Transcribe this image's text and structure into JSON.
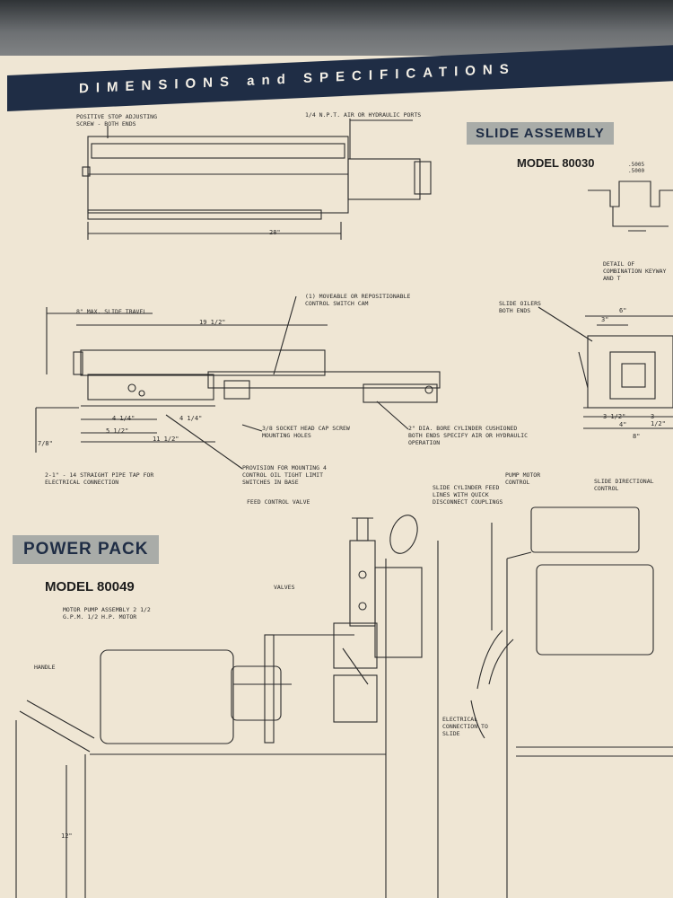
{
  "header": {
    "title": "DIMENSIONS and SPECIFICATIONS"
  },
  "slide_assembly": {
    "heading": "SLIDE ASSEMBLY",
    "model": "MODEL 80030",
    "notes": {
      "positive_stop": "POSITIVE STOP ADJUSTING SCREW - BOTH ENDS",
      "ports": "1/4 N.P.T. AIR OR HYDRAULIC PORTS",
      "overall_length": "28\"",
      "max_travel": "8\" MAX. SLIDE TRAVEL",
      "length_19": "19 1/2\"",
      "switch_cam": "(1) MOVEABLE OR REPOSITIONABLE CONTROL SWITCH CAM",
      "socket_screws": "3/8 SOCKET HEAD CAP SCREW MOUNTING HOLES",
      "cylinder": "2\" DIA. BORE CYLINDER CUSHIONED BOTH ENDS SPECIFY AIR OR HYDRAULIC OPERATION",
      "limit_switches": "PROVISION FOR MOUNTING 4 CONTROL OIL TIGHT LIMIT SWITCHES IN BASE",
      "pipe_tap": "2-1\" - 14 STRAIGHT PIPE TAP FOR ELECTRICAL CONNECTION",
      "dim_a": "4 1/4\"",
      "dim_b": "5 1/2\"",
      "dim_c": "4 1/4\"",
      "dim_d": "11 1/2\"",
      "dim_e": "7/8\"",
      "slide_oilers": "SLIDE OILERS BOTH ENDS",
      "dim_6": "6\"",
      "dim_3": "3\"",
      "dim_3h_l": "3 1/2\"",
      "dim_3h_r": "3 1/2\"",
      "dim_4": "4\"",
      "dim_8": "8\"",
      "keyway_detail": "DETAIL OF COMBINATION KEYWAY AND T",
      "keyway_dim": ".5005 .5000"
    }
  },
  "power_pack": {
    "heading": "POWER PACK",
    "model": "MODEL 80049",
    "notes": {
      "feed_valve": "FEED CONTROL VALVE",
      "valves": "VALVES",
      "pump_assembly": "MOTOR PUMP ASSEMBLY 2 1/2 G.P.M. 1/2 H.P. MOTOR",
      "handle": "HANDLE",
      "height_12": "12\"",
      "pump_control": "PUMP MOTOR CONTROL",
      "directional_control": "SLIDE DIRECTIONAL CONTROL",
      "feed_lines": "SLIDE CYLINDER FEED LINES WITH QUICK DISCONNECT COUPLINGS",
      "electrical": "ELECTRICAL CONNECTION TO SLIDE"
    }
  }
}
